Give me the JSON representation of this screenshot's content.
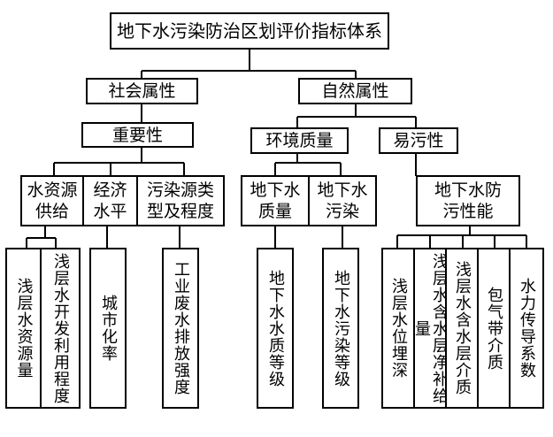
{
  "diagram": {
    "root": "地下水污染防治区划评价指标体系",
    "social": "社会属性",
    "natural": "自然属性",
    "importance": "重要性",
    "env_quality": "环境质量",
    "vulnerability": "易污性",
    "water_supply": [
      "水资源",
      "供给"
    ],
    "economy": [
      "经济",
      "水平"
    ],
    "pollution_type": [
      "污染源类",
      "型及程度"
    ],
    "gw_quality": [
      "地下水",
      "质量"
    ],
    "gw_pollution": [
      "地下水",
      "污染"
    ],
    "gw_protection": [
      "地下水防",
      "污性能"
    ],
    "leaves": {
      "shallow_resource": "浅层水资源量",
      "shallow_dev": "浅层水开发利用程度",
      "urbanization": "城市化率",
      "industrial_waste": "工业废水排放强度",
      "gw_quality_grade": "地下水水质等级",
      "gw_pollution_grade": "地下水污染等级",
      "burial_depth": "浅层水位埋深",
      "net_recharge": "浅层水含水层净补给量",
      "aquifer_medium": "浅层水含水层介质",
      "vadose_medium": "包气带介质",
      "conductivity": "水力传导系数"
    }
  }
}
